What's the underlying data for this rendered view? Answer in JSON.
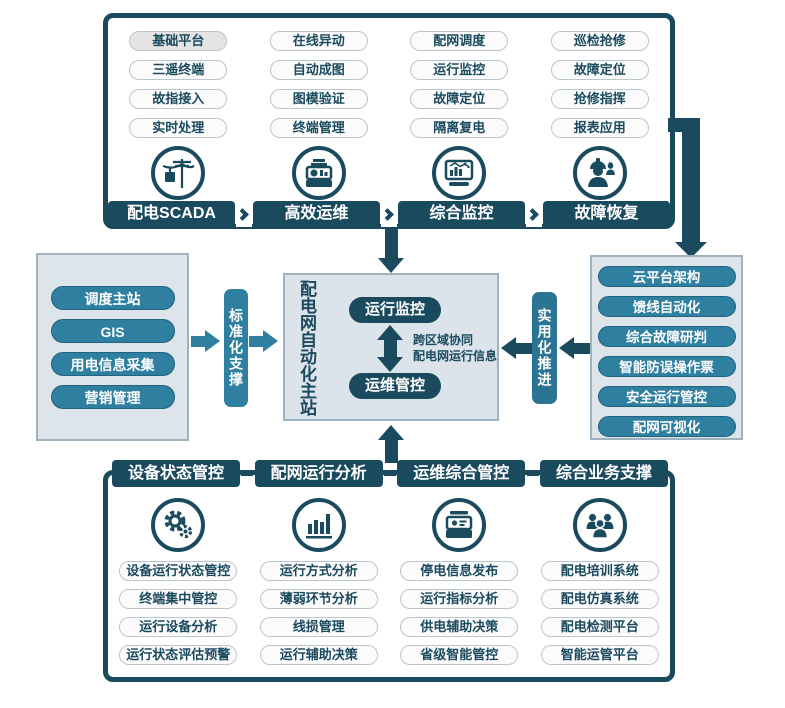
{
  "colors": {
    "dark_teal": "#1a4a5e",
    "medium_teal": "#2e7fa0",
    "panel_fill": "#dde4ea",
    "pill_fill": "#fbfbfb",
    "highlight_pill_fill": "#e4e4e4"
  },
  "top": {
    "columns": [
      {
        "banner": "配电SCADA",
        "icon": "power-line-icon",
        "pills": [
          "基础平台",
          "三遥终端",
          "故指接入",
          "实时处理"
        ]
      },
      {
        "banner": "高效运维",
        "icon": "switchgear-icon",
        "pills": [
          "在线异动",
          "自动成图",
          "图模验证",
          "终端管理"
        ]
      },
      {
        "banner": "综合监控",
        "icon": "monitor-chart-icon",
        "pills": [
          "配网调度",
          "运行监控",
          "故障定位",
          "隔离复电"
        ]
      },
      {
        "banner": "故障恢复",
        "icon": "worker-icon",
        "pills": [
          "巡检抢修",
          "故障定位",
          "抢修指挥",
          "报表应用"
        ]
      }
    ]
  },
  "middle": {
    "left_box": {
      "pills": [
        "调度主站",
        "GIS",
        "用电信息采集",
        "营销管理"
      ]
    },
    "left_connector": "标准化支撑",
    "center_box": {
      "title": "配电网自动化主站",
      "pill_top": "运行监控",
      "pill_bottom": "运维管控",
      "note_line1": "跨区域协同",
      "note_line2": "配电网运行信息"
    },
    "right_connector": "实用化推进",
    "right_box": {
      "pills": [
        "云平台架构",
        "馈线自动化",
        "综合故障研判",
        "智能防误操作票",
        "安全运行管控",
        "配网可视化"
      ]
    }
  },
  "bottom": {
    "columns": [
      {
        "banner": "设备状态管控",
        "icon": "gears-icon",
        "pills": [
          "设备运行状态管控",
          "终端集中管控",
          "运行设备分析",
          "运行状态评估预警"
        ]
      },
      {
        "banner": "配网运行分析",
        "icon": "bar-chart-icon",
        "pills": [
          "运行方式分析",
          "薄弱环节分析",
          "线损管理",
          "运行辅助决策"
        ]
      },
      {
        "banner": "运维综合管控",
        "icon": "operator-desk-icon",
        "pills": [
          "停电信息发布",
          "运行指标分析",
          "供电辅助决策",
          "省级智能管控"
        ]
      },
      {
        "banner": "综合业务支撑",
        "icon": "people-group-icon",
        "pills": [
          "配电培训系统",
          "配电仿真系统",
          "配电检测平台",
          "智能运管平台"
        ]
      }
    ]
  }
}
